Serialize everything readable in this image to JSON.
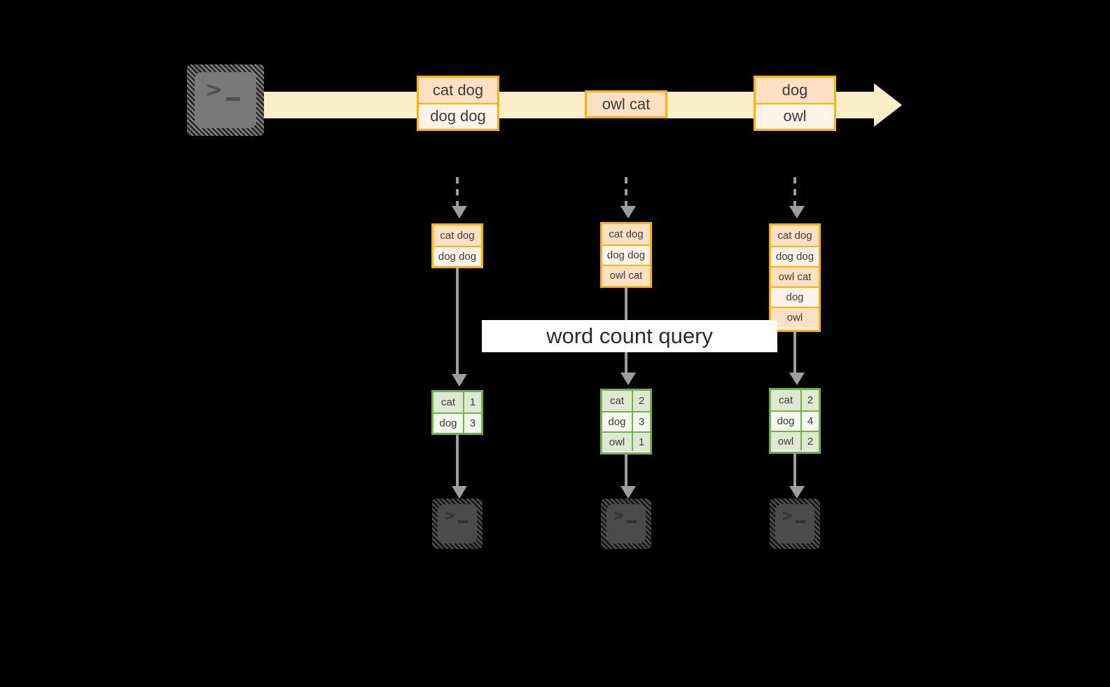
{
  "diagram": {
    "title": "",
    "colors": {
      "background": "#000000",
      "stream_band": "#FDEECB",
      "record_border": "#FFB200",
      "record_fill_dark": "#FBE0C3",
      "record_fill_light": "#FDF3E8",
      "result_border": "#75B14A",
      "result_fill_dark": "#DEE9D2",
      "result_fill_light": "#F3F7EF",
      "connector": "#9d9d9d",
      "terminal_fill": "#797979",
      "label_band": "#FFFFFF"
    },
    "query_label": "word count query",
    "producer": {
      "icon": "terminal-prompt-icon",
      "prompt_chevron": ">",
      "prompt_cursor": "_"
    },
    "stream": {
      "groups": [
        {
          "name": "stream-group-1",
          "rows": [
            "cat dog",
            "dog dog"
          ]
        },
        {
          "name": "stream-group-2",
          "rows": [
            "owl cat"
          ]
        },
        {
          "name": "stream-group-3",
          "rows": [
            "dog",
            "owl"
          ]
        }
      ]
    },
    "snapshots": [
      {
        "name": "snapshot-1",
        "table_rows": [
          "cat dog",
          "dog dog"
        ],
        "result_header": null,
        "result_rows": [
          {
            "word": "cat",
            "count": "1"
          },
          {
            "word": "dog",
            "count": "3"
          }
        ],
        "consumer_icon": "terminal-prompt-icon"
      },
      {
        "name": "snapshot-2",
        "table_rows": [
          "cat dog",
          "dog dog",
          "owl cat"
        ],
        "result_header": null,
        "result_rows": [
          {
            "word": "cat",
            "count": "2"
          },
          {
            "word": "dog",
            "count": "3"
          },
          {
            "word": "owl",
            "count": "1"
          }
        ],
        "consumer_icon": "terminal-prompt-icon"
      },
      {
        "name": "snapshot-3",
        "table_rows": [
          "cat dog",
          "dog dog",
          "owl cat",
          "dog",
          "owl"
        ],
        "result_header": null,
        "result_rows": [
          {
            "word": "cat",
            "count": "2"
          },
          {
            "word": "dog",
            "count": "4"
          },
          {
            "word": "owl",
            "count": "2"
          }
        ],
        "consumer_icon": "terminal-prompt-icon"
      }
    ]
  }
}
